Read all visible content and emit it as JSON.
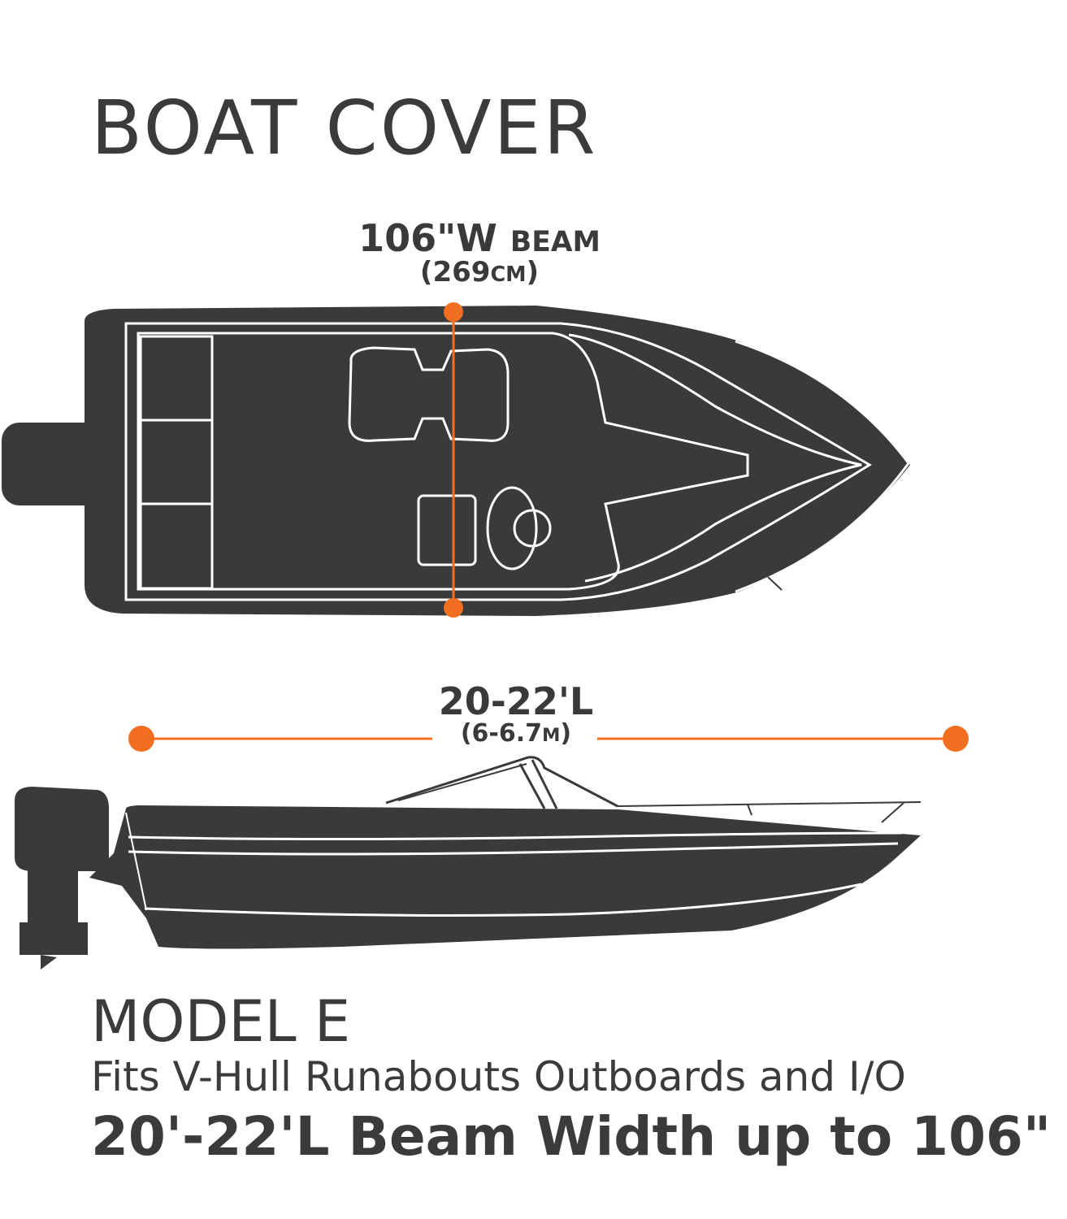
{
  "title": "BOAT COVER",
  "beam": {
    "value": "106\"W",
    "label": "BEAM",
    "metric_open": "(269",
    "metric_unit": "CM",
    "metric_close": ")"
  },
  "length": {
    "value": "20-22'L",
    "metric_open": "(6-6.7",
    "metric_unit": "M",
    "metric_close": ")"
  },
  "model": "MODEL E",
  "fits": "Fits V-Hull Runabouts Outboards and I/O",
  "range": "20'-22'L Beam Width up to 106\"",
  "colors": {
    "accent": "#f26f21",
    "cover": "#3a3a3a",
    "text": "#3b3b3b",
    "outline": "#ffffff"
  },
  "icons": [
    "boat-top-view-icon",
    "boat-side-view-icon"
  ]
}
